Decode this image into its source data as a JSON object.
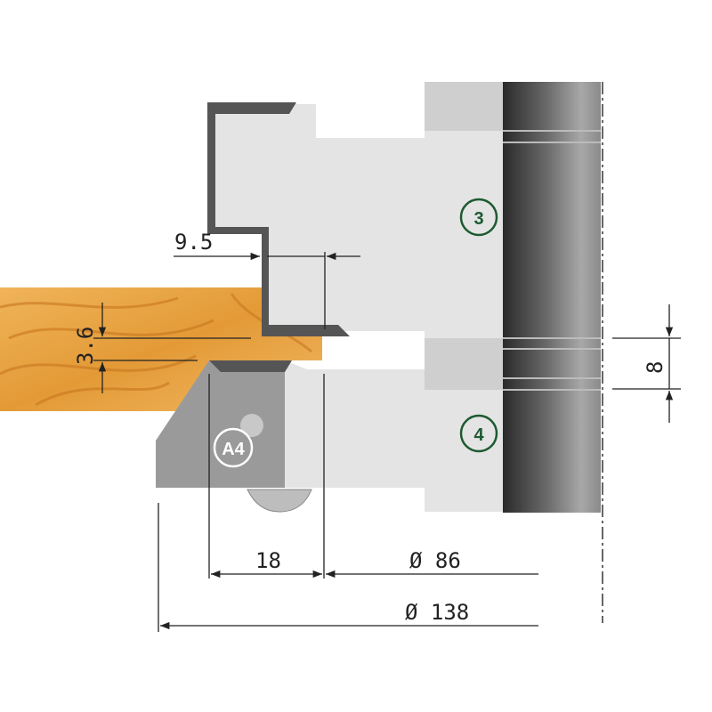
{
  "labels": {
    "cutter_top": "3",
    "cutter_bottom": "4",
    "insert": "A4"
  },
  "dimensions": {
    "rebate_width": "9.5",
    "offset": "3.6",
    "spacer": "8",
    "knife_width": "18",
    "inner_diameter": "Ø 86",
    "outer_diameter": "Ø 138"
  },
  "colors": {
    "wood": "#e8a040",
    "body": "#e4e4e4",
    "knife": "#555555",
    "insert": "#9a9a9a",
    "marker": "#1e5a32"
  }
}
